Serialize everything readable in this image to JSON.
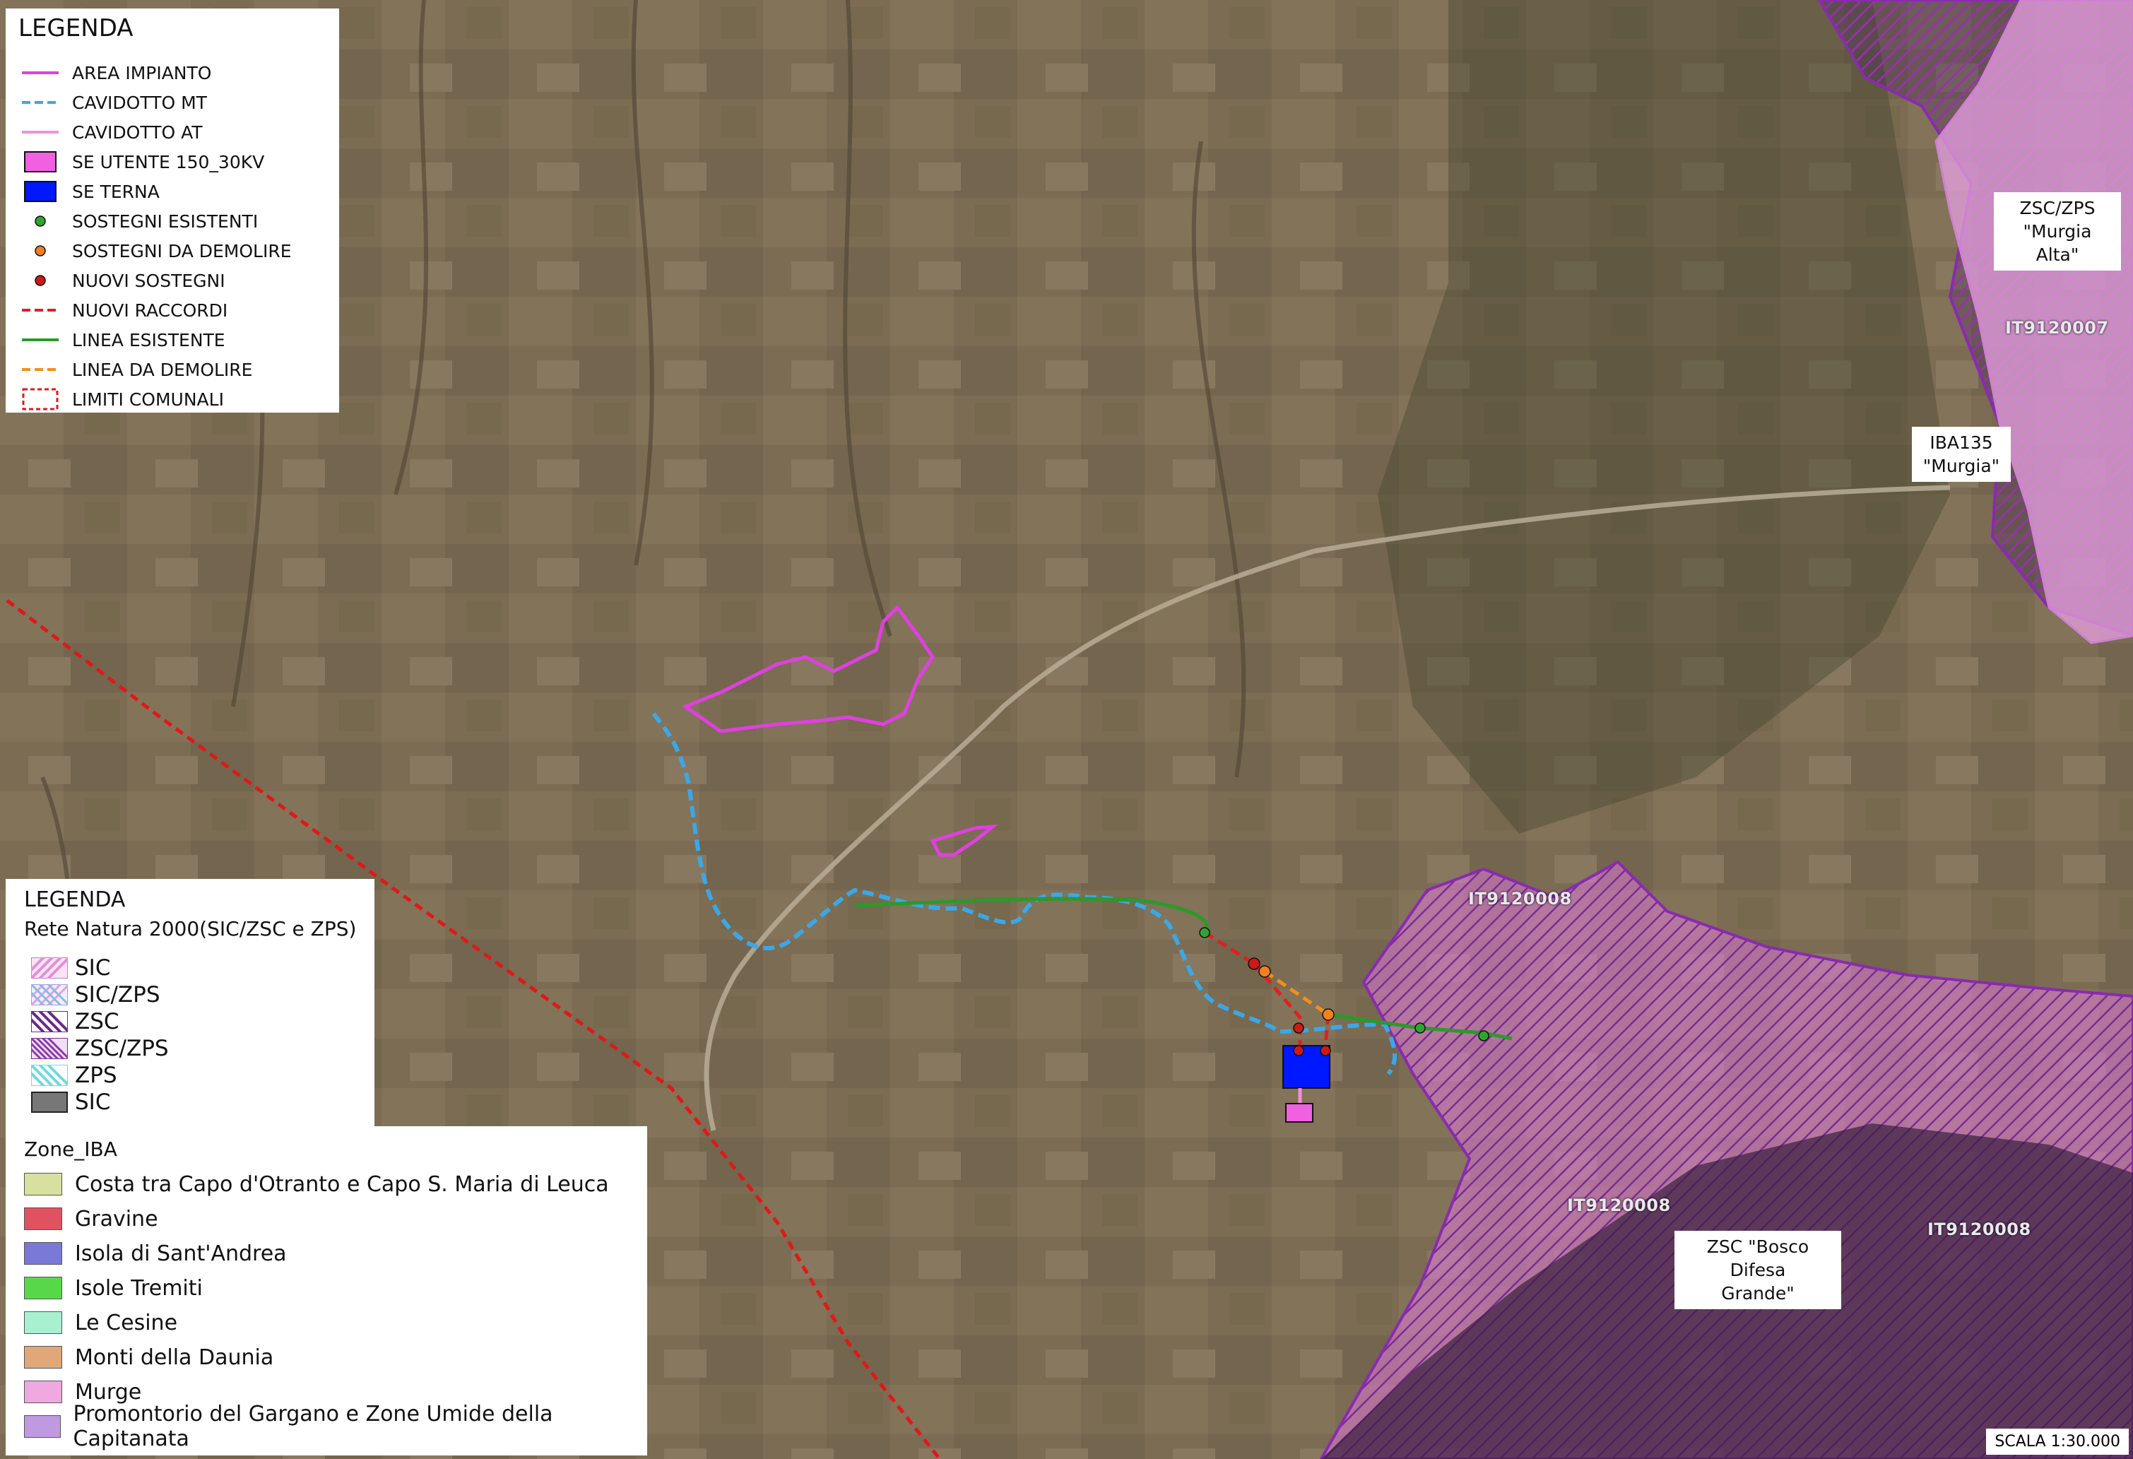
{
  "legend_impianto": {
    "title": "LEGENDA",
    "items": [
      {
        "label": "AREA IMPIANTO",
        "symbol": "line",
        "color": "#e040e0"
      },
      {
        "label": "CAVIDOTTO MT",
        "symbol": "dashed-line",
        "color": "#3aa8e8"
      },
      {
        "label": "CAVIDOTTO AT",
        "symbol": "line",
        "color": "#f090d8"
      },
      {
        "label": "SE UTENTE 150_30KV",
        "symbol": "fill",
        "color": "#f060e0"
      },
      {
        "label": "SE TERNA",
        "symbol": "fill",
        "color": "#0018ff"
      },
      {
        "label": "SOSTEGNI ESISTENTI",
        "symbol": "dot",
        "color": "#2fa52f"
      },
      {
        "label": "SOSTEGNI DA DEMOLIRE",
        "symbol": "dot",
        "color": "#f08020"
      },
      {
        "label": "NUOVI SOSTEGNI",
        "symbol": "dot",
        "color": "#d01818"
      },
      {
        "label": "NUOVI RACCORDI",
        "symbol": "dashed-line",
        "color": "#e02020"
      },
      {
        "label": "LINEA ESISTENTE",
        "symbol": "line",
        "color": "#2a9a2a"
      },
      {
        "label": "LINEA DA DEMOLIRE",
        "symbol": "dashed-line",
        "color": "#f0901a"
      },
      {
        "label": "LIMITI COMUNALI",
        "symbol": "dashed-box",
        "color": "#e01818"
      }
    ]
  },
  "legend_natura2000": {
    "title": "LEGENDA",
    "subtitle": "Rete Natura 2000(SIC/ZSC e ZPS)",
    "items": [
      {
        "label": "SIC",
        "pattern": "hatch-pink"
      },
      {
        "label": "SIC/ZPS",
        "pattern": "cross-blue-pink"
      },
      {
        "label": "ZSC",
        "pattern": "hatch-purple"
      },
      {
        "label": "ZSC/ZPS",
        "pattern": "hatch-purple-dense"
      },
      {
        "label": "ZPS",
        "pattern": "hatch-cyan"
      },
      {
        "label": "SIC",
        "pattern": "solid-gray"
      }
    ]
  },
  "legend_iba": {
    "title": "Zone_IBA",
    "items": [
      {
        "label": "Costa tra Capo d'Otranto e Capo S. Maria di Leuca",
        "color": "#d8e0a0"
      },
      {
        "label": "Gravine",
        "color": "#e05260"
      },
      {
        "label": "Isola di Sant'Andrea",
        "color": "#7a78d8"
      },
      {
        "label": "Isole Tremiti",
        "color": "#58d848"
      },
      {
        "label": "Le Cesine",
        "color": "#a8f0d0"
      },
      {
        "label": "Monti della Daunia",
        "color": "#e0a878"
      },
      {
        "label": "Murge",
        "color": "#f0a8e0"
      },
      {
        "label": "Promontorio del Gargano e Zone Umide della Capitanata",
        "color": "#c09ae0"
      }
    ]
  },
  "map_labels": {
    "zsc_zps_murgia_line1": "ZSC/ZPS",
    "zsc_zps_murgia_line2": "\"Murgia Alta\"",
    "iba_murgia_line1": "IBA135",
    "iba_murgia_line2": "\"Murgia\"",
    "zsc_bosco_line1": "ZSC \"Bosco Difesa",
    "zsc_bosco_line2": "Grande\"",
    "code_it9120007": "IT9120007",
    "code_it9120008_a": "IT9120008",
    "code_it9120008_b": "IT9120008",
    "code_it9120008_c": "IT9120008"
  },
  "scale": "SCALA 1:30.000",
  "colors": {
    "terrain": "#7d6e55",
    "zsc_purple": "#6a2a8a",
    "iba_pink": "#e6a0e0",
    "area_impianto": "#e040e0",
    "cavidotto_mt": "#3aa8e8",
    "linea_esistente": "#2a9a2a",
    "limiti_comunali": "#e01818"
  }
}
